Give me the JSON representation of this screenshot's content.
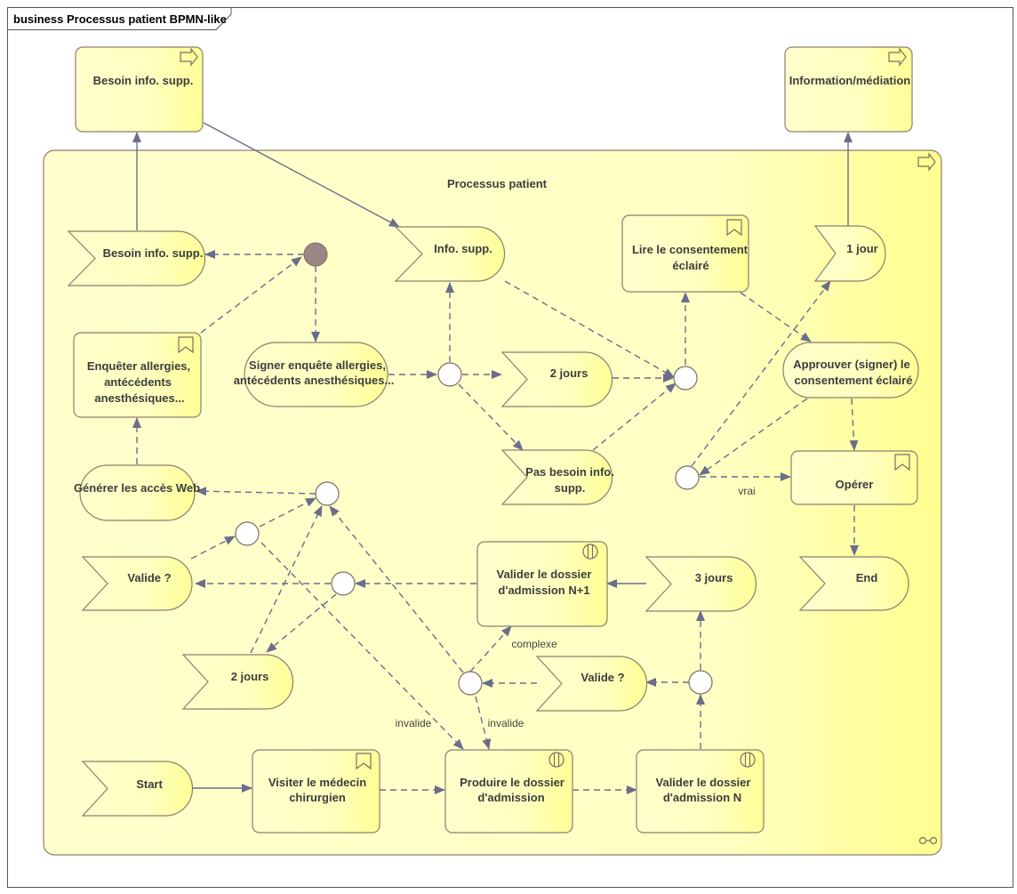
{
  "frame": {
    "title": "business Processus patient BPMN-like"
  },
  "pool": {
    "label": "Processus patient"
  },
  "nodes": {
    "besoin_top": "Besoin info. supp.",
    "info_mediation": "Information/médiation",
    "besoin_event": "Besoin info. supp.",
    "info_supp": "Info. supp.",
    "lire_consentement": [
      "Lire le consentement",
      "éclairé"
    ],
    "un_jour": "1 jour",
    "enqueter": [
      "Enquêter allergies,",
      "antécédents",
      "anesthésiques..."
    ],
    "signer": [
      "Signer enquête allergies,",
      "antécédents anesthésiques..."
    ],
    "deux_jours_top": "2 jours",
    "approuver": [
      "Approuver (signer) le",
      "consentement éclairé"
    ],
    "pas_besoin": [
      "Pas besoin info.",
      "supp."
    ],
    "generer": "Générer les accès Web",
    "operer": "Opérer",
    "valide_left": "Valide ?",
    "valider_n1": [
      "Valider le dossier",
      "d'admission N+1"
    ],
    "trois_jours": "3 jours",
    "end": "End",
    "deux_jours_bottom": "2 jours",
    "valide_mid": "Valide ?",
    "start": "Start",
    "visiter": [
      "Visiter le médecin",
      "chirurgien"
    ],
    "produire": [
      "Produire le dossier",
      "d'admission"
    ],
    "valider_n": [
      "Valider le dossier",
      "d'admission N"
    ]
  },
  "edges": {
    "vrai": "vrai",
    "complexe": "complexe",
    "invalide_left": "invalide",
    "invalide_right": "invalide"
  },
  "colors": {
    "fill_light": "#ffffcc",
    "fill_dark": "#ffff96",
    "border": "#8c7f6e",
    "flow": "#6a6e8a",
    "start_node": "#9b8585"
  },
  "icons": [
    "arrow-outline-icon",
    "bookmark-icon",
    "service-icon",
    "link-icon"
  ]
}
